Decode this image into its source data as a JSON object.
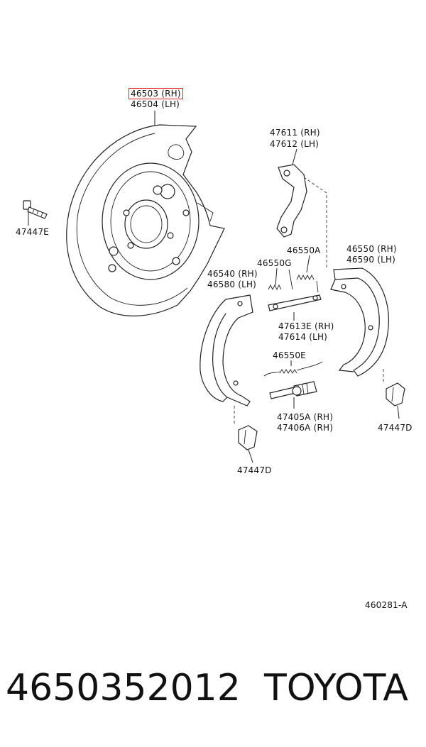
{
  "diagram_code": "460281-A",
  "part_number": "4650352012",
  "brand": "TOYOTA",
  "labels": {
    "backing_plate_rh": "46503 (RH)",
    "backing_plate_lh": "46504 (LH)",
    "bolt_left": "47447E",
    "lever_rh": "47611 (RH)",
    "lever_lh": "47612 (LH)",
    "spring_a": "46550A",
    "spring_g": "46550G",
    "shoe_front_rh": "46540 (RH)",
    "shoe_front_lh": "46580 (LH)",
    "shoe_rear_rh": "46550 (RH)",
    "shoe_rear_lh": "46590 (LH)",
    "strut_rh": "47613E (RH)",
    "strut_lh": "47614 (LH)",
    "spring_e": "46550E",
    "adjuster_a": "47405A (RH)",
    "adjuster_b": "47406A (RH)",
    "clip_bottom": "47447D",
    "clip_right": "47447D"
  },
  "highlight_color": "#e0202a"
}
